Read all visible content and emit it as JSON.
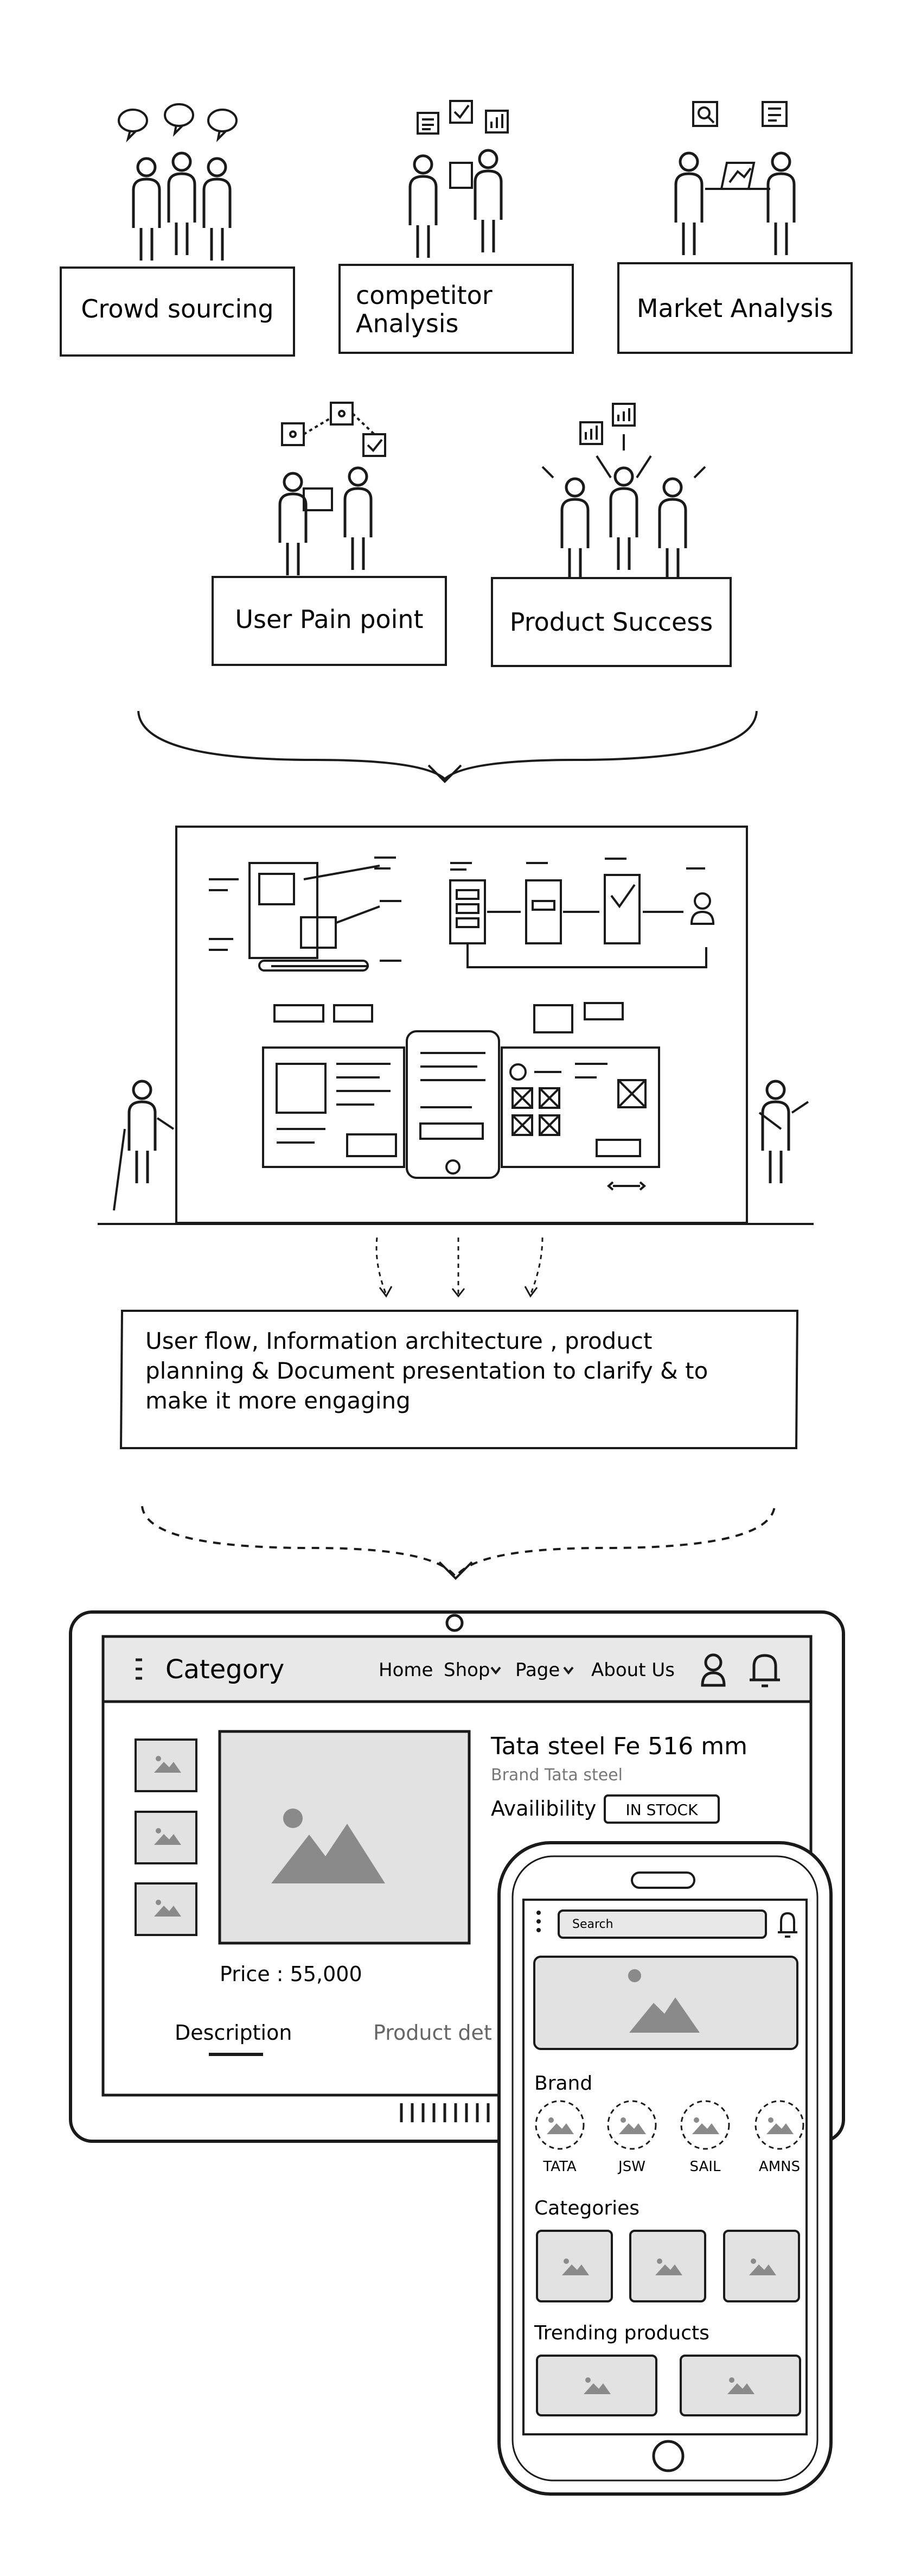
{
  "research": {
    "crowd_sourcing": "Crowd sourcing",
    "competitor_line1": "competitor",
    "competitor_line2": "Analysis",
    "market_analysis": "Market Analysis",
    "user_pain_point": "User Pain point",
    "product_success": "Product Success"
  },
  "planning": {
    "caption_line1": "User flow, Information architecture , product",
    "caption_line2": "planning & Document presentation to clarify & to",
    "caption_line3": "make it more engaging"
  },
  "tablet": {
    "header_title": "Category",
    "nav": [
      "Home",
      "Shop",
      "Page",
      "About Us"
    ],
    "product_title": "Tata steel Fe 516 mm",
    "brand_line": "Brand Tata steel",
    "availability_label": "Availibility",
    "stock_badge": "IN STOCK",
    "price": "Price : 55,000",
    "tab_description": "Description",
    "tab_product_details": "Product det"
  },
  "phone": {
    "search_placeholder": "Search",
    "brand_heading": "Brand",
    "brands": [
      "TATA",
      "JSW",
      "SAIL",
      "AMNS"
    ],
    "categories_heading": "Categories",
    "trending_heading": "Trending products"
  }
}
